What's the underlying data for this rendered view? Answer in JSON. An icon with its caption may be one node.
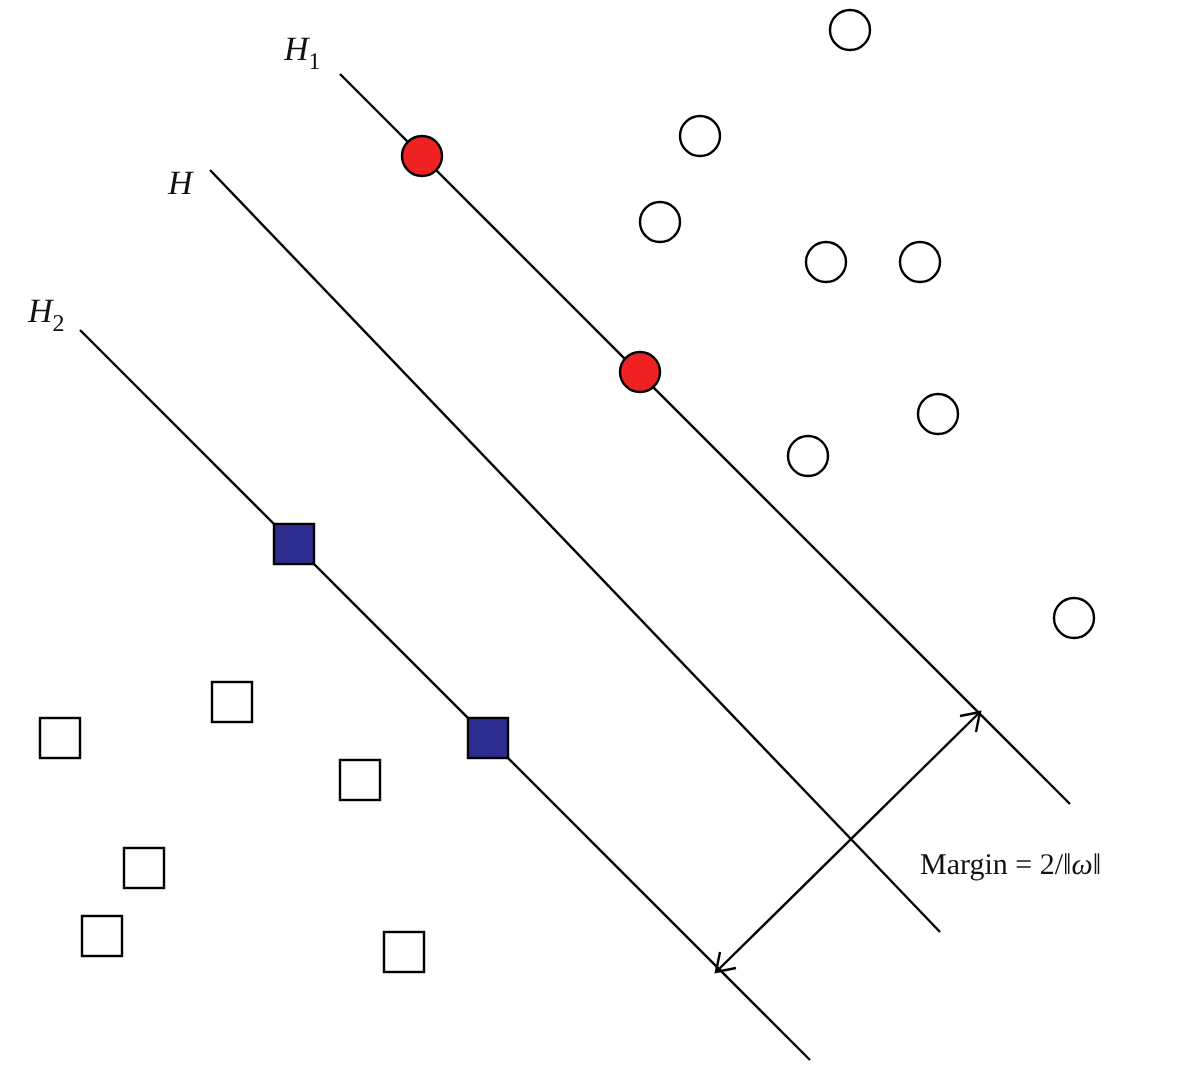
{
  "diagram": {
    "labels": [
      "*H*$_{1}$",
      "*H*",
      "*H*$_{2}$",
      "Margin = 2/‖*ω*‖"
    ]
  }
}
